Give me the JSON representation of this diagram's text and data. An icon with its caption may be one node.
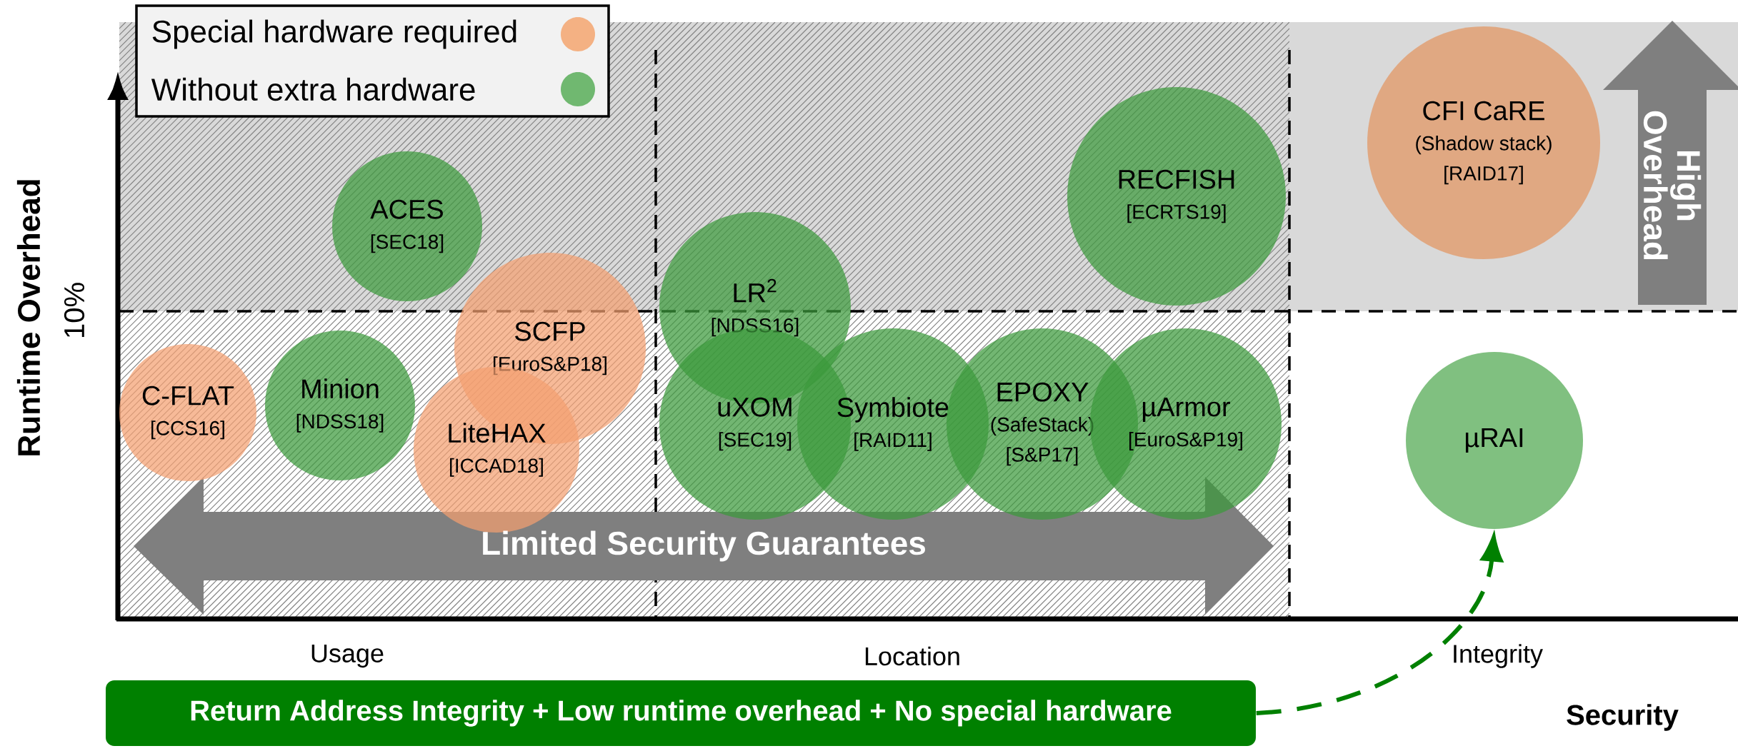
{
  "diagram": {
    "nodes": [
      {
        "text": [
          "C-FLAT",
          "[CCS16]"
        ]
      },
      {
        "text": [
          "Minion",
          "[NDSS18]"
        ]
      },
      {
        "text": [
          "ACES",
          "[SEC18]"
        ]
      },
      {
        "text": [
          "SCFP",
          "[EuroS&P18]"
        ]
      },
      {
        "text": [
          "LiteHAX",
          "[ICCAD18]"
        ]
      },
      {
        "text": [
          "LR$^{2}$",
          "[NDSS16]"
        ]
      },
      {
        "text": [
          "uXOM",
          "[SEC19]"
        ]
      },
      {
        "text": [
          "Symbiote",
          "[RAID11]"
        ]
      },
      {
        "text": [
          "EPOXY",
          "(SafeStack)",
          "[S&P17]"
        ]
      },
      {
        "text": [
          "µArmor",
          "[EuroS&P19]"
        ]
      },
      {
        "text": [
          "RECFISH",
          "[ECRTS19]"
        ]
      },
      {
        "text": [
          "CFI CaRE",
          "(Shadow stack)",
          "[RAID17]"
        ]
      },
      {
        "text": [
          "µRAI"
        ]
      },
      {
        "text": [
          "Return Address Integrity + Low runtime overhead + No special hardware"
        ]
      }
    ],
    "edges": [
      {
        "from": 13,
        "to": 12,
        "arrow": "to",
        "style": "dashed",
        "color": "#008000"
      }
    ],
    "labels": [
      "High Overhead",
      "Runtime Overhead",
      "10%",
      "Limited Security Guarantees",
      "Usage",
      "Location",
      "Integrity",
      "Security"
    ],
    "legend": [
      {
        "text": "Special hardware required",
        "color": "#f4b183"
      },
      {
        "text": "Without extra hardware",
        "color": "#70b870"
      }
    ]
  }
}
